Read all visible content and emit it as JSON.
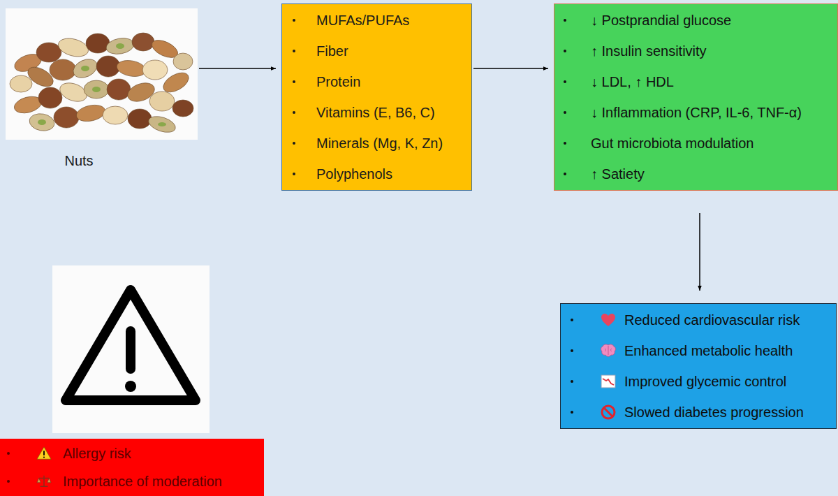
{
  "diagram": {
    "nodes": [
      {
        "text": [
          "Nuts"
        ]
      },
      {
        "text": [
          "MUFAs/PUFAs",
          "Fiber",
          "Protein",
          "Vitamins (E, B6, C)",
          "Minerals (Mg, K, Zn)",
          "Polyphenols"
        ]
      },
      {
        "text": [
          "↓ Postprandial glucose",
          "↑ Insulin sensitivity",
          "↓ LDL, ↑ HDL",
          "↓ Inflammation (CRP, IL-6, TNF-α)",
          "Gut microbiota modulation",
          "↑ Satiety"
        ]
      },
      {
        "text": [
          "Reduced cardiovascular risk",
          "Enhanced metabolic health",
          "Improved glycemic control",
          "Slowed diabetes progression"
        ]
      },
      {
        "text": [
          "Allergy risk",
          "Importance of moderation"
        ]
      }
    ],
    "edges": [
      {
        "from": 0,
        "to": 1,
        "arrow": "to"
      },
      {
        "from": 1,
        "to": 2,
        "arrow": "to"
      },
      {
        "from": 2,
        "to": 3,
        "arrow": "to"
      }
    ]
  }
}
